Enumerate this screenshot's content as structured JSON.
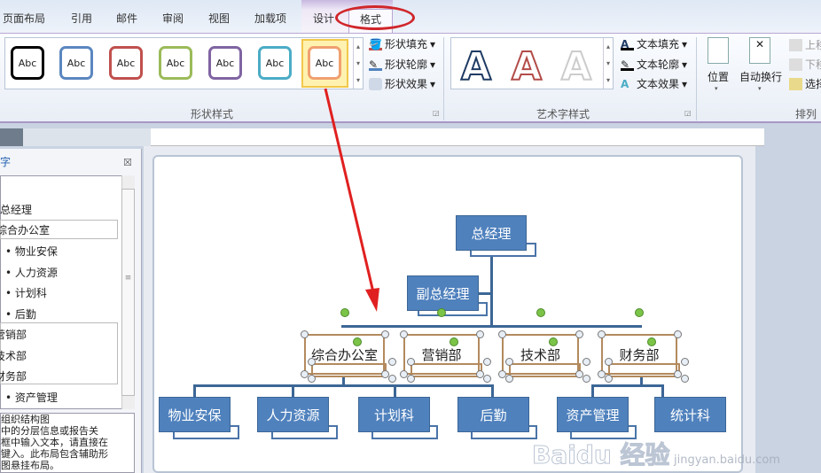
{
  "ribbon_tabs": [
    "页面布局",
    "引用",
    "邮件",
    "审阅",
    "视图",
    "加载项",
    "设计",
    "格式"
  ],
  "active_tab": "格式",
  "shape_styles": {
    "gallery": [
      {
        "label": "Abc",
        "color": "#000000"
      },
      {
        "label": "Abc",
        "color": "#5b87c0"
      },
      {
        "label": "Abc",
        "color": "#c0504d"
      },
      {
        "label": "Abc",
        "color": "#9bbb59"
      },
      {
        "label": "Abc",
        "color": "#8064a2"
      },
      {
        "label": "Abc",
        "color": "#4bacc6"
      },
      {
        "label": "Abc",
        "color": "#f79646"
      }
    ],
    "selected_index": 6,
    "fill": "形状填充",
    "outline": "形状轮廓",
    "effects": "形状效果",
    "group_label": "形状样式"
  },
  "wordart": {
    "fill": "文本填充",
    "outline": "文本轮廓",
    "effects": "文本效果",
    "group_label": "艺术字样式",
    "letter": "A"
  },
  "arrange": {
    "position": "位置",
    "wrap": "自动换行",
    "bring_forward": "上移",
    "send_backward": "下移",
    "select": "选择",
    "group_label": "排列"
  },
  "text_pane": {
    "title": "字",
    "items": [
      "总经理",
      "综合办公室",
      "物业安保",
      "人力资源",
      "计划科",
      "后勤",
      "营销部",
      "技术部",
      "财务部",
      "资产管理"
    ],
    "description": [
      "组织结构图",
      "中的分层信息或报告关",
      "框中输入文本，请直接在",
      "键入。此布局包含辅助形",
      "图悬挂布局。"
    ]
  },
  "org_chart": {
    "top": "总经理",
    "assistant": "副总经理",
    "departments": [
      "综合办公室",
      "营销部",
      "技术部",
      "财务部"
    ],
    "bottom": [
      "物业安保",
      "人力资源",
      "计划科",
      "后勤",
      "资产管理",
      "统计科"
    ]
  },
  "watermark": {
    "brand": "Baidu 经验",
    "url": "jingyan.baidu.com"
  }
}
